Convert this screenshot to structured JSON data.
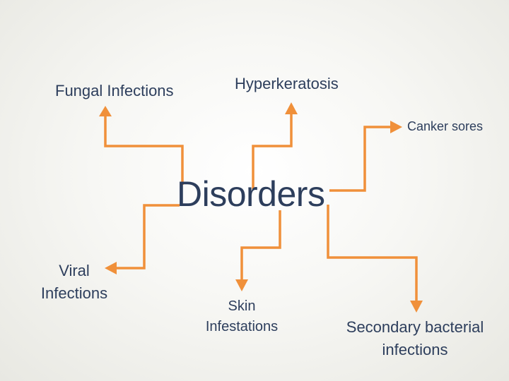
{
  "diagram": {
    "center": "Disorders",
    "nodes": [
      {
        "id": "fungal",
        "lines": [
          "Fungal Infections"
        ]
      },
      {
        "id": "hyper",
        "lines": [
          "Hyperkeratosis"
        ]
      },
      {
        "id": "canker",
        "lines": [
          "Canker sores"
        ]
      },
      {
        "id": "viral",
        "lines": [
          "Viral",
          "Infections"
        ]
      },
      {
        "id": "skin",
        "lines": [
          "Skin",
          "Infestations"
        ]
      },
      {
        "id": "secondary",
        "lines": [
          "Secondary bacterial",
          "infections"
        ]
      }
    ],
    "edges": [
      {
        "from": "Disorders",
        "to": "Fungal Infections"
      },
      {
        "from": "Disorders",
        "to": "Hyperkeratosis"
      },
      {
        "from": "Disorders",
        "to": "Canker sores"
      },
      {
        "from": "Disorders",
        "to": "Viral Infections"
      },
      {
        "from": "Disorders",
        "to": "Skin Infestations"
      },
      {
        "from": "Disorders",
        "to": "Secondary bacterial infections"
      }
    ],
    "colors": {
      "arrow": "#f0903a",
      "text": "#2d3e5c"
    }
  }
}
